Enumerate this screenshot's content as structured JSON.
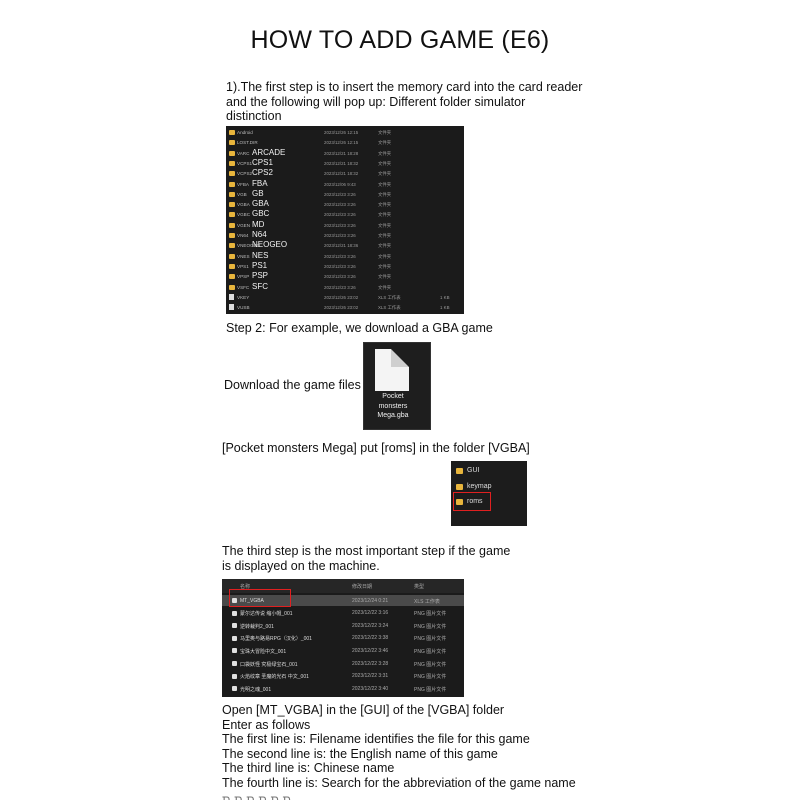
{
  "title": "HOW TO ADD GAME (E6)",
  "step1": {
    "lines": [
      "1).The first step is to insert the memory card into the card reader",
      "and the following will pop up: Different folder simulator",
      "distinction"
    ],
    "rows": [
      {
        "name": "Android",
        "label": "",
        "date": "2023/12/26 12:15",
        "type": "文件夹",
        "size": "",
        "icon": "folder-icon"
      },
      {
        "name": "LOST.DIR",
        "label": "",
        "date": "2023/12/26 12:15",
        "type": "文件夹",
        "size": "",
        "icon": "folder-icon"
      },
      {
        "name": "VARC",
        "label": "ARCADE",
        "date": "2023/12/21 18:28",
        "type": "文件夹",
        "size": "",
        "icon": "folder-icon"
      },
      {
        "name": "VCPS1",
        "label": "CPS1",
        "date": "2023/12/21 18:32",
        "type": "文件夹",
        "size": "",
        "icon": "folder-icon"
      },
      {
        "name": "VCPS2",
        "label": "CPS2",
        "date": "2023/12/21 18:32",
        "type": "文件夹",
        "size": "",
        "icon": "folder-icon"
      },
      {
        "name": "VFBA",
        "label": "FBA",
        "date": "2023/12/06 9:43",
        "type": "文件夹",
        "size": "",
        "icon": "folder-icon"
      },
      {
        "name": "VGB",
        "label": "GB",
        "date": "2023/12/23 3:26",
        "type": "文件夹",
        "size": "",
        "icon": "folder-icon"
      },
      {
        "name": "VGBA",
        "label": "GBA",
        "date": "2023/12/23 3:26",
        "type": "文件夹",
        "size": "",
        "icon": "folder-icon"
      },
      {
        "name": "VGBC",
        "label": "GBC",
        "date": "2023/12/23 3:26",
        "type": "文件夹",
        "size": "",
        "icon": "folder-icon"
      },
      {
        "name": "VGEN",
        "label": "MD",
        "date": "2023/12/23 3:26",
        "type": "文件夹",
        "size": "",
        "icon": "folder-icon"
      },
      {
        "name": "VN64",
        "label": "N64",
        "date": "2023/12/23 3:26",
        "type": "文件夹",
        "size": "",
        "icon": "folder-icon"
      },
      {
        "name": "VNEOGEO",
        "label": "NEOGEO",
        "date": "2023/12/21 18:36",
        "type": "文件夹",
        "size": "",
        "icon": "folder-icon"
      },
      {
        "name": "VNES",
        "label": "NES",
        "date": "2023/12/23 3:26",
        "type": "文件夹",
        "size": "",
        "icon": "folder-icon"
      },
      {
        "name": "VPS1",
        "label": "PS1",
        "date": "2023/12/23 3:26",
        "type": "文件夹",
        "size": "",
        "icon": "folder-icon"
      },
      {
        "name": "VPSP",
        "label": "PSP",
        "date": "2023/12/23 3:26",
        "type": "文件夹",
        "size": "",
        "icon": "folder-icon"
      },
      {
        "name": "VSFC",
        "label": "SFC",
        "date": "2023/12/23 3:26",
        "type": "文件夹",
        "size": "",
        "icon": "folder-icon"
      },
      {
        "name": "VKEY",
        "label": "",
        "date": "2023/12/26 23:02",
        "type": "XLS 工作表",
        "size": "1 KB",
        "icon": "file-icon"
      },
      {
        "name": "VUSB",
        "label": "",
        "date": "2023/12/26 23:02",
        "type": "XLS 工作表",
        "size": "1 KB",
        "icon": "file-icon"
      }
    ]
  },
  "step2": {
    "heading": "Step 2: For example, we download a GBA game",
    "download_label": "Download the game files",
    "file_caption": [
      "Pocket",
      "monsters",
      "Mega.gba"
    ],
    "put_instruction": "[Pocket monsters Mega] put [roms] in the folder [VGBA]",
    "folders": [
      "GUI",
      "keymap",
      "roms"
    ],
    "highlight_color": "#e02020"
  },
  "step3": {
    "lines": [
      "The third step is the most important step if the game",
      "is displayed on the machine."
    ],
    "columns": [
      "名称",
      "修改日期",
      "类型"
    ],
    "rows": [
      {
        "name": "MT_VGBA",
        "date": "2023/12/24 0:21",
        "type": "XLS 工作表",
        "selected": true
      },
      {
        "name": "蒙尔达传说 缩小帽_001",
        "date": "2023/12/22 3:16",
        "type": "PNG 图片文件",
        "selected": false
      },
      {
        "name": "逆转裁判2_001",
        "date": "2023/12/22 3:24",
        "type": "PNG 图片文件",
        "selected": false
      },
      {
        "name": "马里奥与路易RPG（汉化）_001",
        "date": "2023/12/22 3:38",
        "type": "PNG 图片文件",
        "selected": false
      },
      {
        "name": "宝珠大冒险中文_001",
        "date": "2023/12/22 3:46",
        "type": "PNG 图片文件",
        "selected": false
      },
      {
        "name": "口袋妖怪 究极绿宝石_001",
        "date": "2023/12/22 3:28",
        "type": "PNG 图片文件",
        "selected": false
      },
      {
        "name": "火焰纹章 圣魔的光石 中文_001",
        "date": "2023/12/22 3:31",
        "type": "PNG 图片文件",
        "selected": false
      },
      {
        "name": "光明之魂_001",
        "date": "2023/12/22 3:40",
        "type": "PNG 图片文件",
        "selected": false
      }
    ],
    "instructions": [
      "Open [MT_VGBA] in the [GUI] of the [VGBA] folder",
      "Enter as follows",
      "The first line is: Filename identifies the file for this game",
      "The second line is: the English name of this game",
      "The third line is: Chinese name",
      "The fourth line is: Search for the abbreviation of the game name"
    ],
    "cut_off_text": "ת ת ת ת ת ת"
  }
}
